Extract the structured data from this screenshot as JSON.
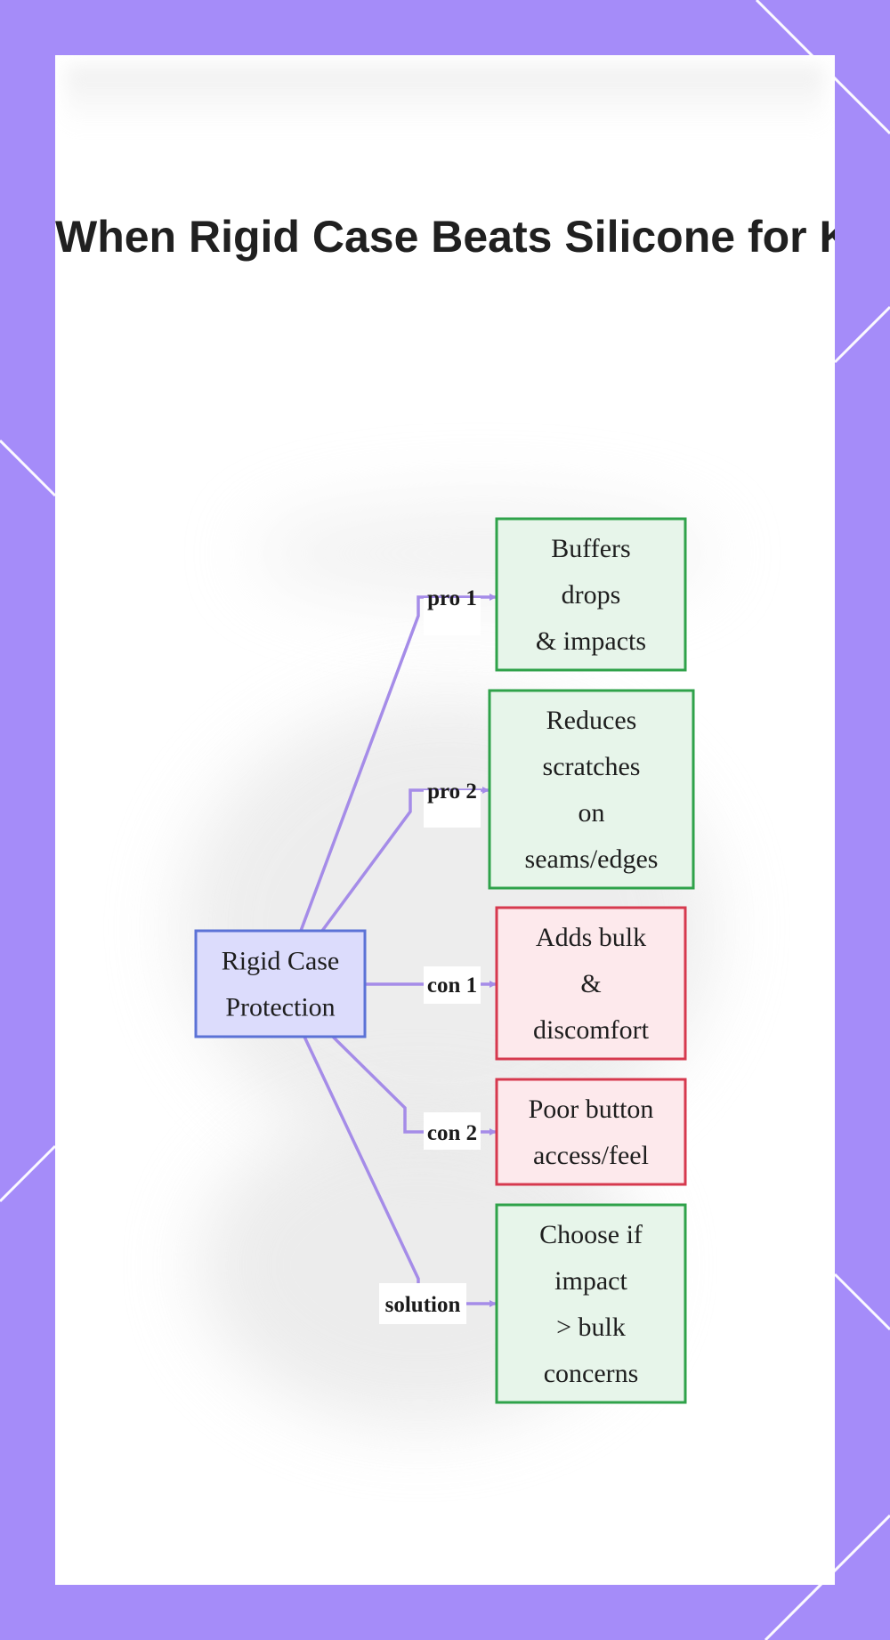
{
  "title": "When Rigid Case Beats Silicone for Key Protection",
  "colors": {
    "background": "#a58cf9",
    "card": "#ffffff",
    "edge": "#a58ce8",
    "root_fill": "#dcdcfc",
    "root_stroke": "#5b72d6",
    "pro_fill": "#e7f5ea",
    "pro_stroke": "#2fa24a",
    "con_fill": "#fde9ec",
    "con_stroke": "#d6394e"
  },
  "root": {
    "id": "root",
    "lines": [
      "Rigid Case",
      "Protection"
    ]
  },
  "branches": [
    {
      "id": "pro1",
      "edge_label": "pro 1",
      "kind": "pro",
      "lines": [
        "Buffers",
        "drops",
        "& impacts"
      ]
    },
    {
      "id": "pro2",
      "edge_label": "pro 2",
      "kind": "pro",
      "lines": [
        "Reduces",
        "scratches",
        "on",
        "seams/edges"
      ]
    },
    {
      "id": "con1",
      "edge_label": "con 1",
      "kind": "con",
      "lines": [
        "Adds bulk",
        "&",
        "discomfort"
      ]
    },
    {
      "id": "con2",
      "edge_label": "con 2",
      "kind": "con",
      "lines": [
        "Poor button",
        "access/feel"
      ]
    },
    {
      "id": "solution",
      "edge_label": "solution",
      "kind": "pro",
      "lines": [
        "Choose if",
        "impact",
        "> bulk",
        "concerns"
      ]
    }
  ]
}
